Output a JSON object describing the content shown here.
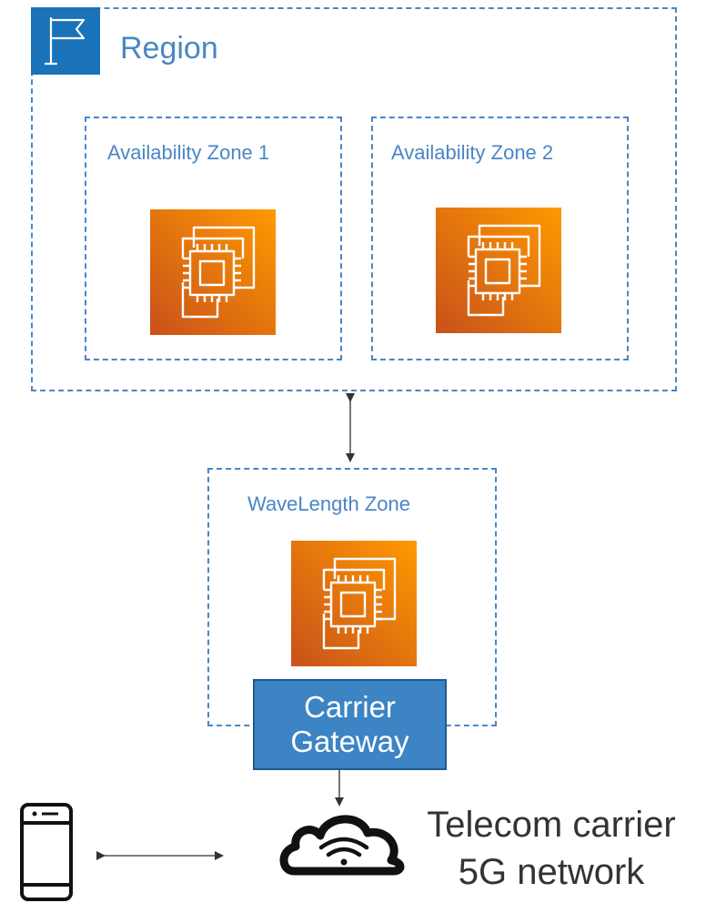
{
  "region": {
    "label": "Region",
    "icon": "flag-icon"
  },
  "zones": [
    {
      "label": "Availability Zone 1",
      "icon": "ec2-instance-icon"
    },
    {
      "label": "Availability Zone 2",
      "icon": "ec2-instance-icon"
    }
  ],
  "wavelength": {
    "label": "WaveLength Zone",
    "icon": "ec2-instance-icon"
  },
  "gateway": {
    "line1": "Carrier",
    "line2": "Gateway"
  },
  "network": {
    "line1": "Telecom carrier",
    "line2": "5G network",
    "icon": "cloud-wifi-icon"
  },
  "device": {
    "icon": "mobile-phone-icon"
  },
  "colors": {
    "dashed": "#4a86c5",
    "region_badge": "#1a73b8",
    "ec2_from": "#c8511b",
    "ec2_to": "#ff9900",
    "gateway": "#3c84c4"
  }
}
